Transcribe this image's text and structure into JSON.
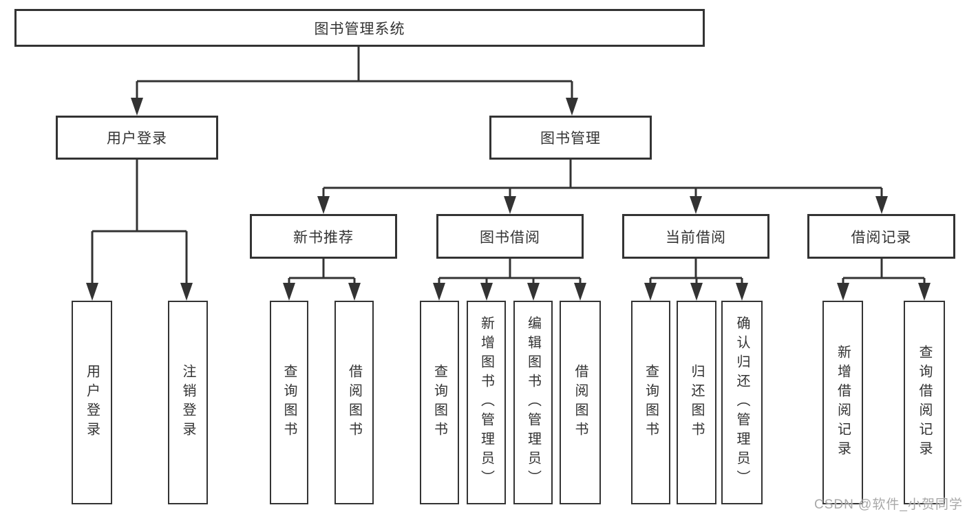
{
  "diagram": {
    "title": "图书管理系统",
    "root": {
      "label": "图书管理系统"
    },
    "level2": [
      {
        "label": "用户登录"
      },
      {
        "label": "图书管理"
      }
    ],
    "level3": [
      {
        "label": "新书推荐",
        "parent": "图书管理"
      },
      {
        "label": "图书借阅",
        "parent": "图书管理"
      },
      {
        "label": "当前借阅",
        "parent": "图书管理"
      },
      {
        "label": "借阅记录",
        "parent": "图书管理"
      }
    ],
    "leaves": [
      {
        "label": "用户登录",
        "parent": "用户登录"
      },
      {
        "label": "注销登录",
        "parent": "用户登录"
      },
      {
        "label": "查询图书",
        "parent": "新书推荐"
      },
      {
        "label": "借阅图书",
        "parent": "新书推荐"
      },
      {
        "label": "查询图书",
        "parent": "图书借阅"
      },
      {
        "label": "新增图书（管理员）",
        "parent": "图书借阅"
      },
      {
        "label": "编辑图书（管理员）",
        "parent": "图书借阅"
      },
      {
        "label": "借阅图书",
        "parent": "图书借阅"
      },
      {
        "label": "查询图书",
        "parent": "当前借阅"
      },
      {
        "label": "归还图书",
        "parent": "当前借阅"
      },
      {
        "label": "确认归还（管理员）",
        "parent": "当前借阅"
      },
      {
        "label": "新增借阅记录",
        "parent": "借阅记录"
      },
      {
        "label": "查询借阅记录",
        "parent": "借阅记录"
      }
    ]
  },
  "colors": {
    "line": "#333333",
    "text": "#333333",
    "box_background": "#ffffff",
    "watermark": "#9e9e9e"
  },
  "watermark": {
    "text": "CSDN @软件_小贺同学"
  }
}
